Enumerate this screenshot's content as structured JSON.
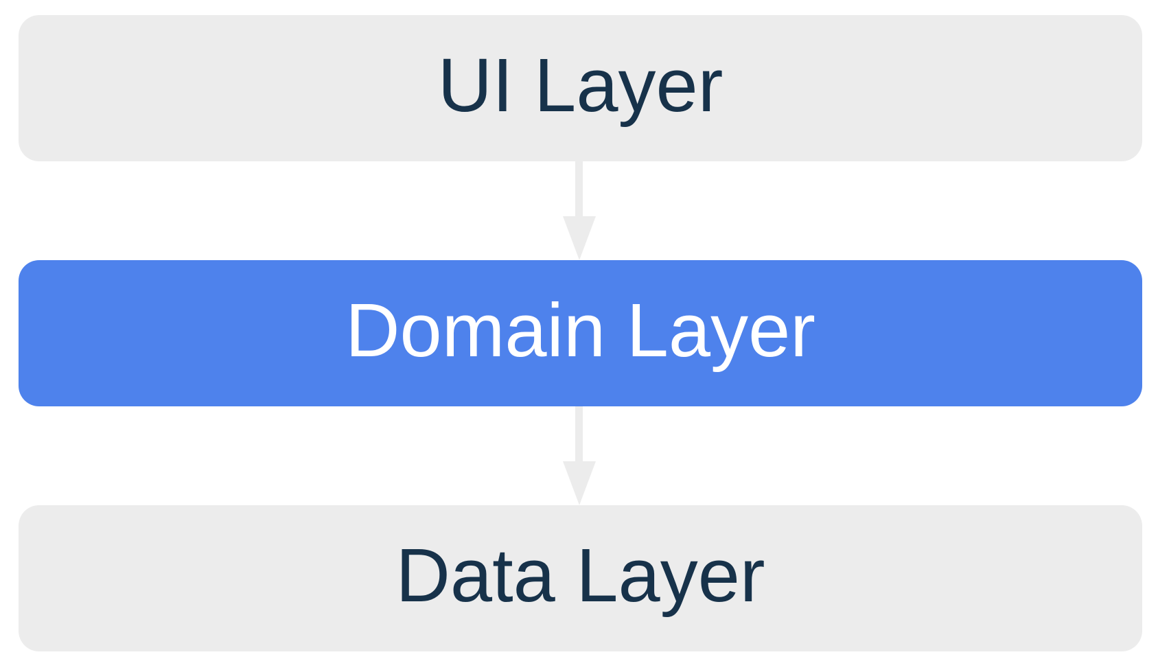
{
  "diagram": {
    "type": "layered-architecture",
    "layers": [
      {
        "label": "UI Layer",
        "variant": "neutral"
      },
      {
        "label": "Domain Layer",
        "variant": "accent"
      },
      {
        "label": "Data Layer",
        "variant": "neutral"
      }
    ],
    "arrows": [
      {
        "from": "UI Layer",
        "to": "Domain Layer",
        "direction": "down"
      },
      {
        "from": "Domain Layer",
        "to": "Data Layer",
        "direction": "down"
      }
    ],
    "colors": {
      "background": "#ffffff",
      "layer_neutral_bg": "#ececec",
      "layer_accent_bg": "#4e82ec",
      "text_dark": "#17324a",
      "text_light": "#ffffff",
      "arrow": "#ececec"
    }
  }
}
